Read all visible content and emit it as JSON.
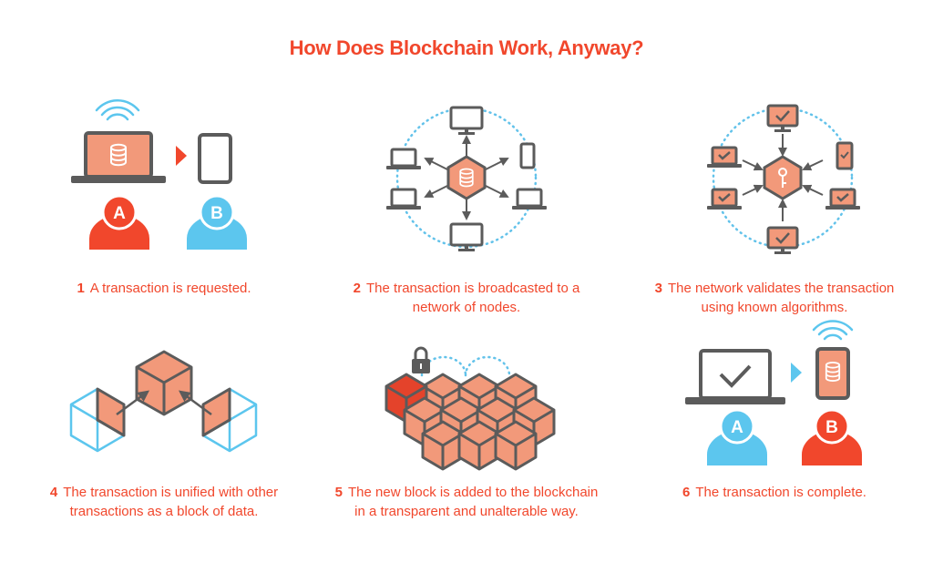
{
  "title": "How Does Blockchain Work, Anyway?",
  "colors": {
    "red": "#f1472c",
    "salmon": "#f2997a",
    "blue": "#5cc6ee",
    "gray": "#5b5b5b",
    "dot_blue": "#62c2ea"
  },
  "steps": [
    {
      "number": "1",
      "line1": "A transaction is requested.",
      "line2": "",
      "parties": {
        "from": "A",
        "to": "B"
      },
      "icons": [
        "laptop-icon",
        "database-icon",
        "wifi-icon",
        "arrow-right-icon",
        "phone-icon",
        "person-icon"
      ]
    },
    {
      "number": "2",
      "line1": "The transaction is broadcasted to a",
      "line2": "network of nodes.",
      "icons": [
        "node-hexagon-icon",
        "monitor-icon",
        "laptop-icon",
        "phone-icon"
      ]
    },
    {
      "number": "3",
      "line1": "The network validates the transaction",
      "line2": "using known algorithms.",
      "icons": [
        "key-hexagon-icon",
        "check-monitor-icon"
      ]
    },
    {
      "number": "4",
      "line1": "The transaction is unified with other",
      "line2": "transactions as a block of data.",
      "icons": [
        "cube-icon"
      ]
    },
    {
      "number": "5",
      "line1": "The new block is added to the blockchain",
      "line2": "in a transparent and unalterable way.",
      "icons": [
        "padlock-icon",
        "cube-icon"
      ]
    },
    {
      "number": "6",
      "line1": "The transaction is complete.",
      "line2": "",
      "parties": {
        "from": "A",
        "to": "B"
      },
      "icons": [
        "check-laptop-icon",
        "phone-icon",
        "person-icon"
      ]
    }
  ]
}
